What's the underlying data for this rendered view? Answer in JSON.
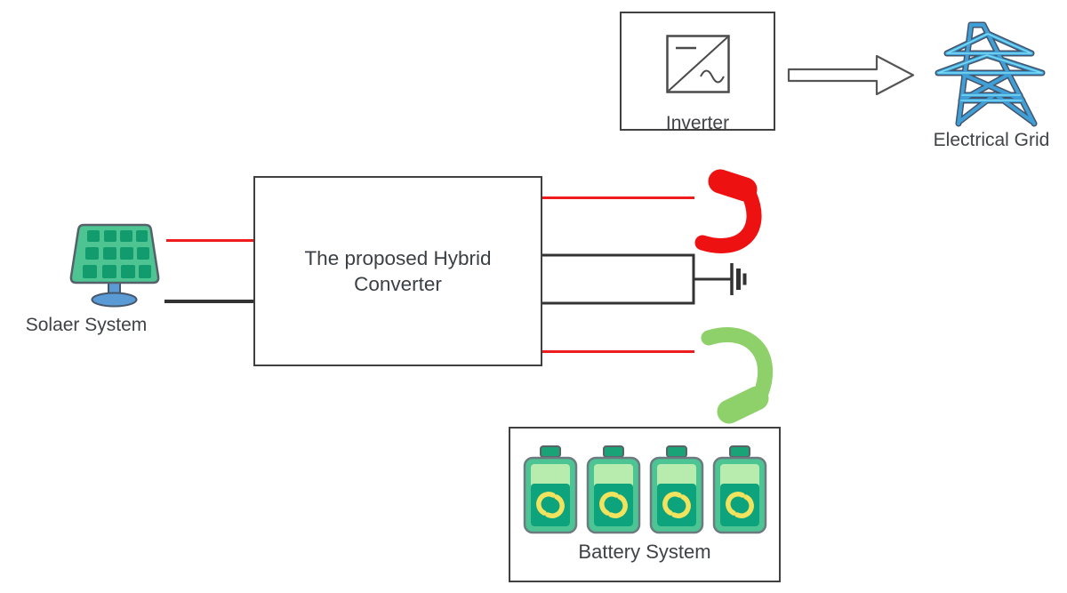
{
  "diagram": {
    "solar": {
      "label": "Solaer System",
      "icon": "solar-panel-icon"
    },
    "converter": {
      "label": "The proposed Hybrid Converter"
    },
    "inverter": {
      "label": "Inverter",
      "icon": "inverter-dc-ac-icon"
    },
    "grid": {
      "label": "Electrical Grid",
      "icon": "transmission-tower-icon"
    },
    "battery": {
      "label": "Battery System",
      "count": 4,
      "icon": "battery-charging-icon"
    },
    "connections": {
      "solar_to_converter": [
        "red wire",
        "black wire"
      ],
      "converter_to_inverter_side": "red wire to red curved arrow",
      "converter_to_battery_side": "red wire to green curved arrow",
      "dc_bus": "black rectangle with ground symbol",
      "inverter_to_grid": "white outline arrow"
    },
    "colors": {
      "wire_red": "#ee1c1c",
      "wire_black": "#333333",
      "arrow_red": "#ee1111",
      "arrow_green": "#8ed06a",
      "tower_blue": "#3f9fd6",
      "tower_cyan": "#7adcf5",
      "battery_green": "#4cc494",
      "battery_teal": "#0da47d",
      "battery_light_green": "#b7ecae",
      "battery_yellow": "#f2e35f",
      "solar_panel_green": "#4ec492",
      "solar_cell_green": "#129c6d",
      "stand_blue": "#5b9bd5",
      "text": "#3f4247",
      "box_border": "#404040"
    }
  }
}
